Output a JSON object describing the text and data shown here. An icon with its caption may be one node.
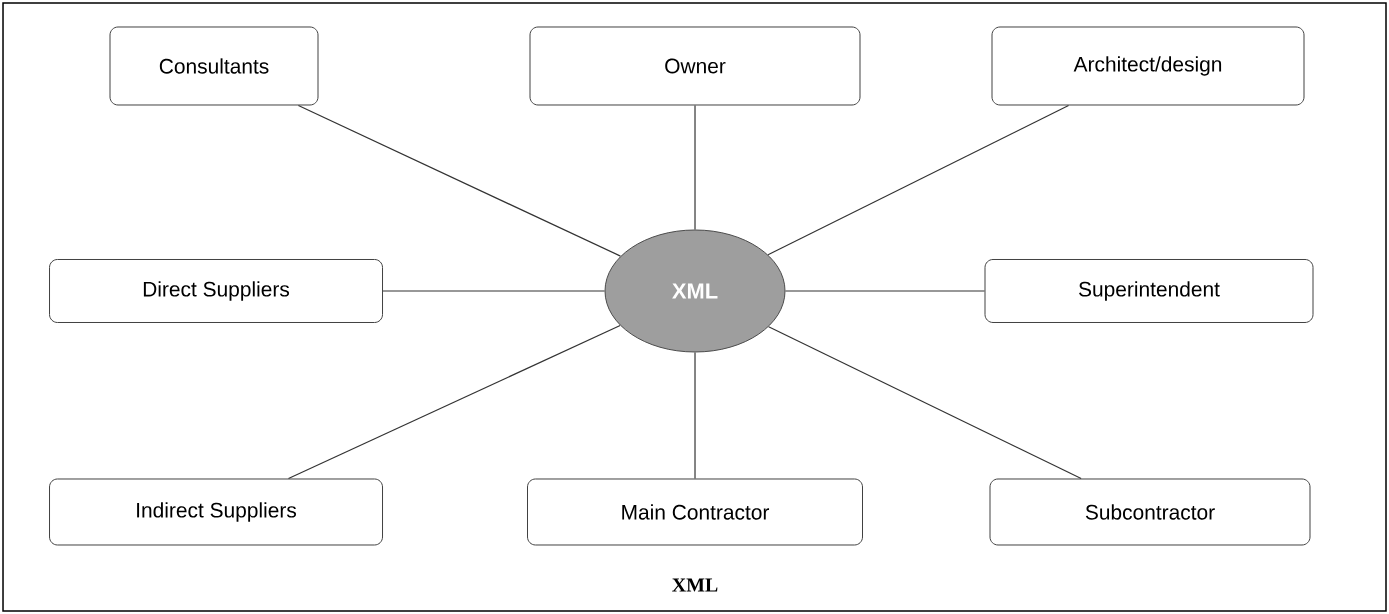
{
  "diagram": {
    "caption": "XML",
    "nodes": [
      {
        "text": [
          "Consultants"
        ]
      },
      {
        "text": [
          "Owner"
        ]
      },
      {
        "text": [
          "Architect/design"
        ]
      },
      {
        "text": [
          "Direct Suppliers"
        ]
      },
      {
        "text": [
          "XML"
        ]
      },
      {
        "text": [
          "Superintendent"
        ]
      },
      {
        "text": [
          "Indirect Suppliers"
        ]
      },
      {
        "text": [
          "Main Contractor"
        ]
      },
      {
        "text": [
          "Subcontractor"
        ]
      }
    ],
    "edges": [
      {
        "from": 4,
        "to": 0,
        "arrow": "none"
      },
      {
        "from": 4,
        "to": 1,
        "arrow": "none"
      },
      {
        "from": 4,
        "to": 2,
        "arrow": "none"
      },
      {
        "from": 4,
        "to": 3,
        "arrow": "none"
      },
      {
        "from": 4,
        "to": 5,
        "arrow": "none"
      },
      {
        "from": 4,
        "to": 6,
        "arrow": "none"
      },
      {
        "from": 4,
        "to": 7,
        "arrow": "none"
      },
      {
        "from": 4,
        "to": 8,
        "arrow": "none"
      }
    ]
  }
}
